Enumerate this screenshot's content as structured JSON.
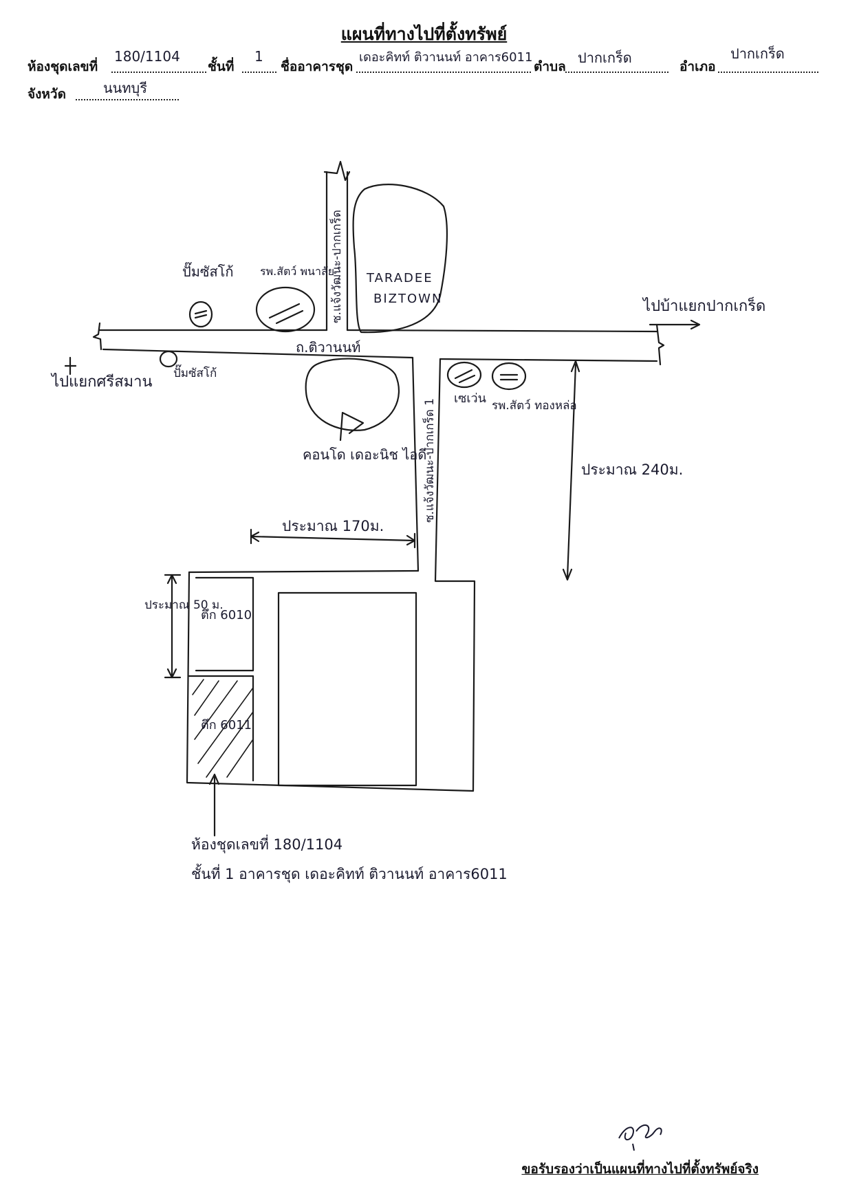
{
  "header": {
    "title": "แผนที่ทางไปที่ตั้งทรัพย์",
    "room_label": "ห้องชุดเลขที่",
    "room_value": "180/1104",
    "floor_label": "ชั้นที่",
    "floor_value": "1",
    "building_label": "ชื่ออาคารชุด",
    "building_value": "เดอะคิทท์ ติวานนท์ อาคาร6011",
    "subdistrict_label": "ตำบล",
    "subdistrict_value": "ปากเกร็ด",
    "district_label": "อำเภอ",
    "district_value": "ปากเกร็ด",
    "province_label": "จังหวัด",
    "province_value": "นนทบุรี"
  },
  "map": {
    "road_north_label": "ซ.แจ้งวัฒนะ-ปากเกร็ด",
    "road_main_label": "ถ.ติวานนท์",
    "road_soi_label": "ซ.แจ้งวัฒนะ-ปากเกร็ด 1",
    "to_right": "ไปบ้าแยกปากเกร็ด",
    "to_left": "ไปแยกศรีสมาน",
    "gas_station_1": "ปั๊มซัสโก้",
    "gas_station_2": "ปั๊มซัสโก้",
    "vet_1": "รพ.สัตว์ พนาลัย",
    "taradee_line1": "TARADEE",
    "taradee_line2": "BIZTOWN",
    "condo_label": "คอนโด เดอะนิช ไอดี",
    "seven_eleven": "เซเว่น",
    "vet_2": "รพ.สัตว์ ทองหล่อ",
    "dist_vertical": "ประมาณ 240ม.",
    "dist_horizontal": "ประมาณ 170ม.",
    "dist_building": "ประมาณ 50 ม.",
    "bldg_a": "ตึก 6010",
    "bldg_b": "ตึก 6011",
    "note_line1": "ห้องชุดเลขที่ 180/1104",
    "note_line2": "ชั้นที่ 1  อาคารชุด เดอะคิทท์ ติวานนท์ อาคาร6011"
  },
  "footer": {
    "certify": "ขอรับรองว่าเป็นแผนที่ทางไปที่ตั้งทรัพย์จริง"
  }
}
